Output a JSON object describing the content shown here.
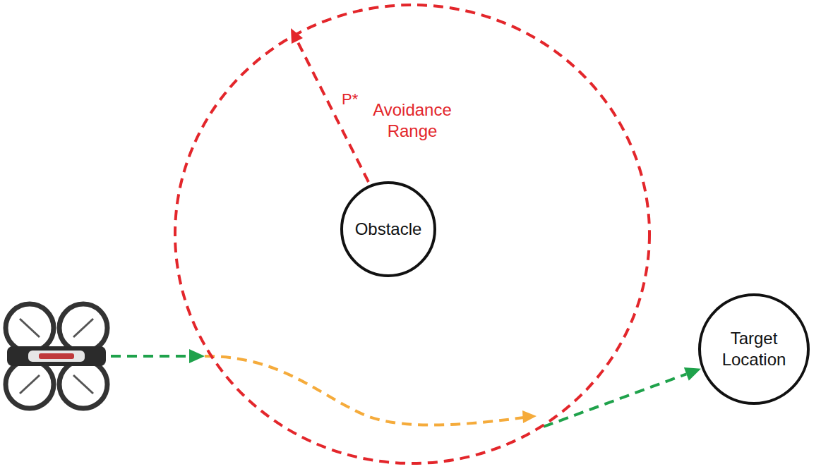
{
  "diagram": {
    "nodes": [
      {
        "text": [
          "Avoidance Range"
        ]
      },
      {
        "text": [
          "Obstacle"
        ],
        "in": 0
      },
      {
        "text": [
          "Target Location"
        ]
      }
    ],
    "edges": [
      {
        "from": 0,
        "to": 2,
        "arrow": "to"
      }
    ],
    "labels": [
      "P*"
    ]
  }
}
